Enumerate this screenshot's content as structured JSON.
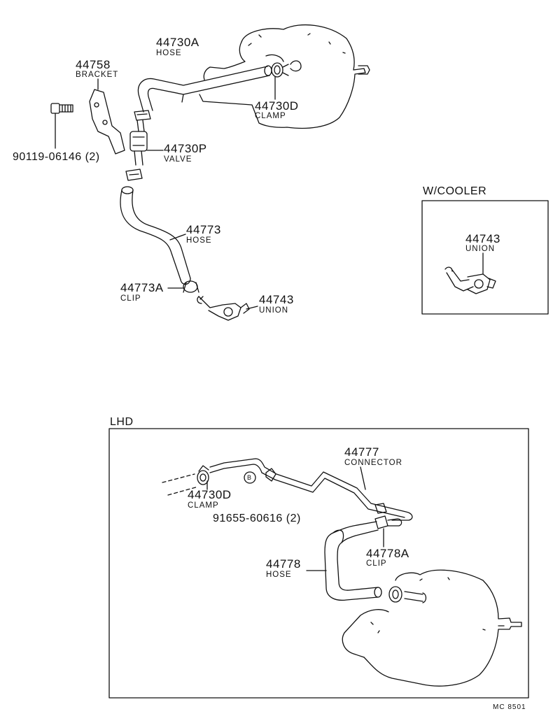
{
  "parts": {
    "hose_44730a": {
      "number": "44730A",
      "name": "HOSE"
    },
    "bracket_44758": {
      "number": "44758",
      "name": "BRACKET"
    },
    "clamp_44730d": {
      "number": "44730D",
      "name": "CLAMP"
    },
    "bolt": {
      "number": "90119-06146 (2)"
    },
    "valve_44730p": {
      "number": "44730P",
      "name": "VALVE"
    },
    "hose_44773": {
      "number": "44773",
      "name": "HOSE"
    },
    "clip_44773a": {
      "number": "44773A",
      "name": "CLIP"
    },
    "union_44743": {
      "number": "44743",
      "name": "UNION"
    }
  },
  "cooler_panel": {
    "title": "W/COOLER",
    "union": {
      "number": "44743",
      "name": "UNION"
    }
  },
  "lhd_panel": {
    "title": "LHD",
    "connector": {
      "number": "44777",
      "name": "CONNECTOR"
    },
    "clamp": {
      "number": "44730D",
      "name": "CLAMP"
    },
    "plug": {
      "number": "91655-60616 (2)",
      "symbol": "B"
    },
    "clip": {
      "number": "44778A",
      "name": "CLIP"
    },
    "hose": {
      "number": "44778",
      "name": "HOSE"
    }
  },
  "footer": {
    "code": "MC  8501"
  }
}
